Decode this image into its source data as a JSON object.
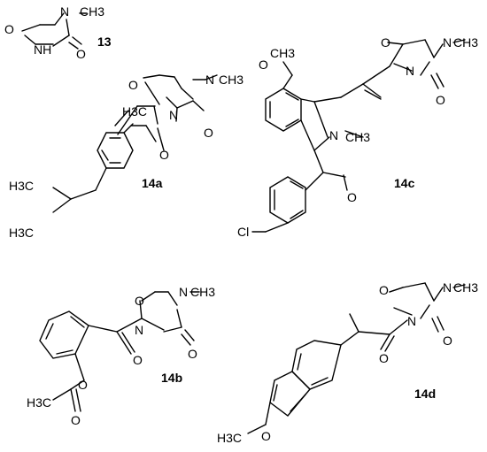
{
  "compounds": [
    {
      "id": "13",
      "atom_labels": [
        "O",
        "NH",
        "O",
        "N",
        "CH3"
      ]
    },
    {
      "id": "14a",
      "atom_labels": [
        "H3C",
        "O",
        "N",
        "N",
        "CH3",
        "O",
        "O",
        "H3C",
        "H3C"
      ]
    },
    {
      "id": "14c",
      "atom_labels": [
        "O",
        "CH3",
        "O",
        "N",
        "N",
        "CH3",
        "O",
        "N",
        "CH3",
        "O",
        "Cl"
      ]
    },
    {
      "id": "14b",
      "atom_labels": [
        "O",
        "N",
        "N",
        "CH3",
        "O",
        "O",
        "O",
        "H3C",
        "O"
      ]
    },
    {
      "id": "14d",
      "atom_labels": [
        "O",
        "N",
        "N",
        "CH3",
        "O",
        "O",
        "H3C",
        "O"
      ]
    }
  ]
}
